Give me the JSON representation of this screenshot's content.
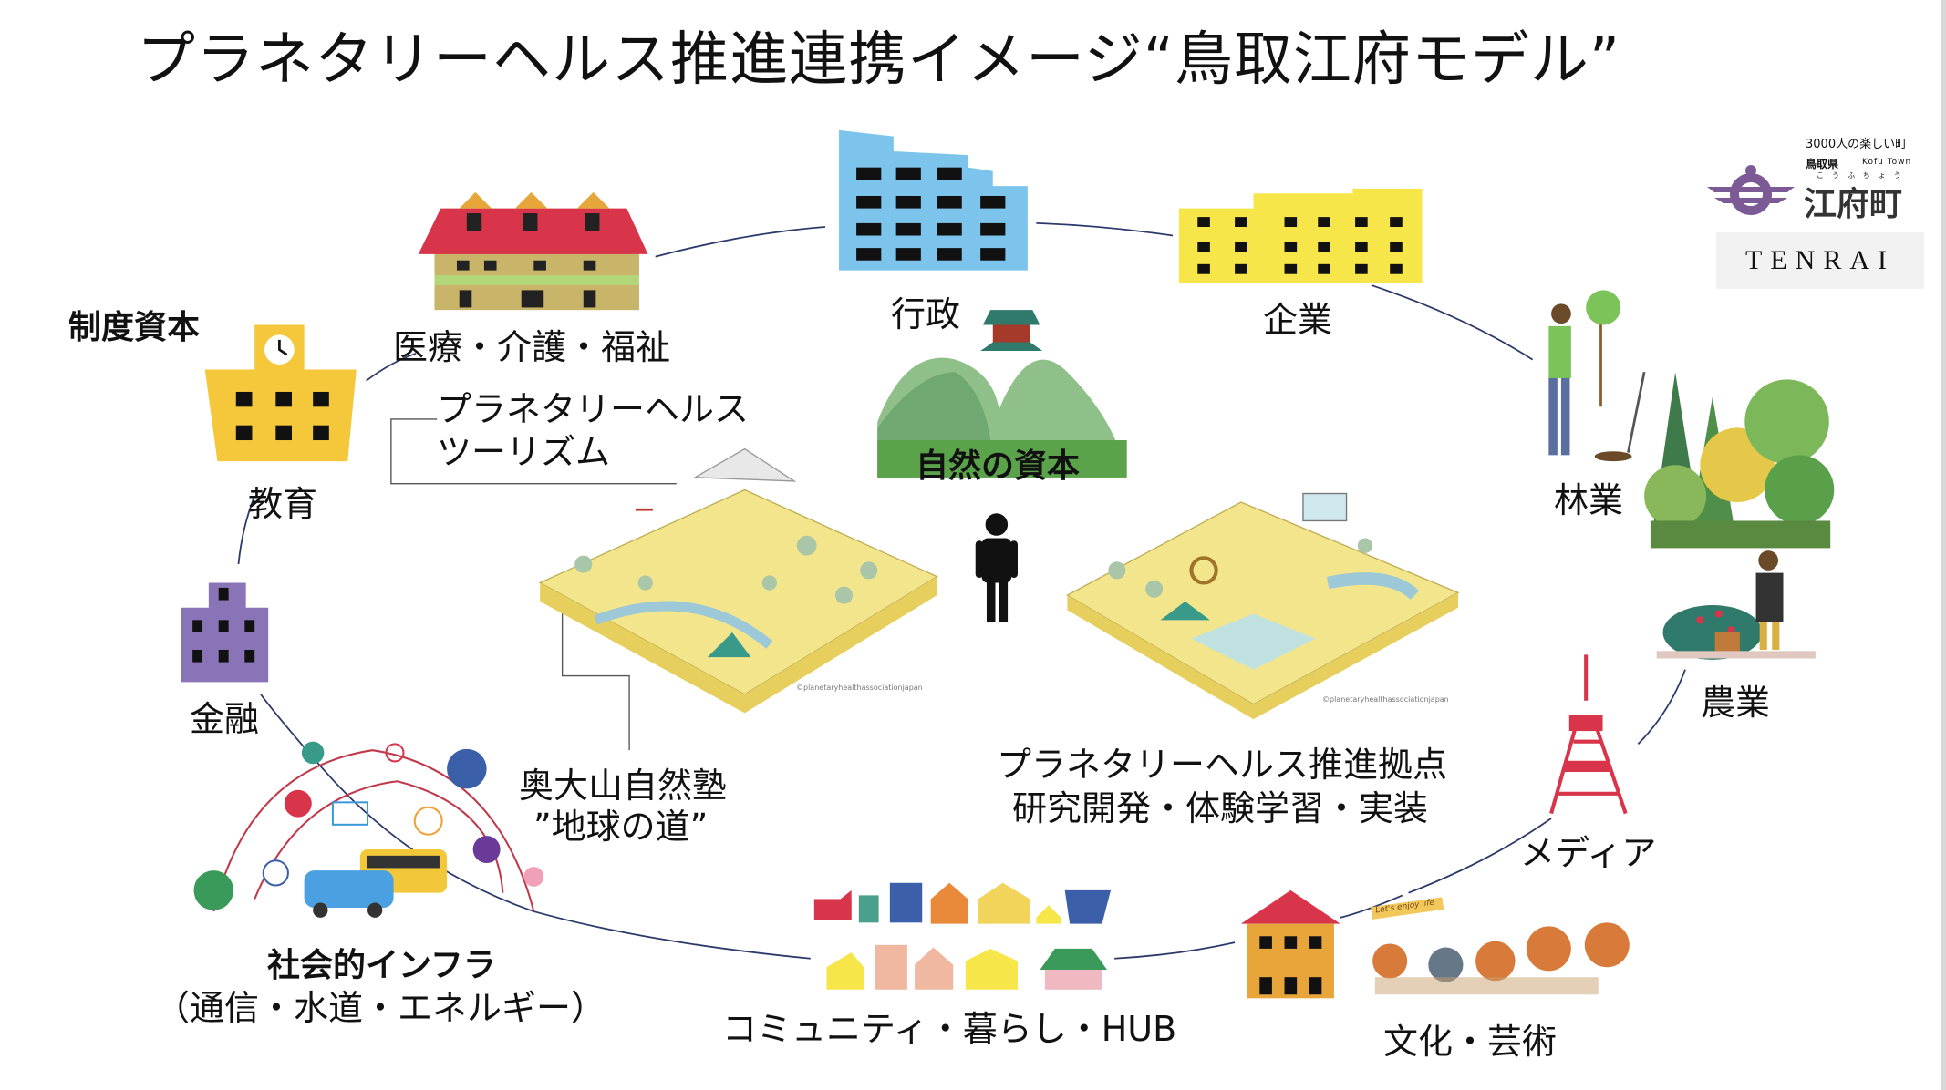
{
  "title": "プラネタリーヘルス推進連携イメージ“鳥取江府モデル”",
  "logo": {
    "tagline": "3000人の楽しい町",
    "prefecture": "鳥取県",
    "english": "Kofu Town",
    "furigana": "こうふちょう",
    "town": "江府町",
    "partner": "TENRAI"
  },
  "nodes": {
    "institutional_capital": "制度資本",
    "medical": "医療・介護・福祉",
    "government": "行政",
    "business": "企業",
    "education": "教育",
    "finance": "金融",
    "forestry": "林業",
    "agriculture": "農業",
    "media": "メディア",
    "culture": "文化・芸術",
    "community": "コミュニティ・暮らし・HUB",
    "infra_title": "社会的インフラ",
    "infra_sub": "（通信・水道・エネルギー）",
    "natural_capital": "自然の資本",
    "tourism_line1": "プラネタリーヘルス",
    "tourism_line2": "ツーリズム",
    "okudaisen_line1": "奥大山自然塾",
    "okudaisen_line2": "”地球の道”",
    "base_line1": "プラネタリーヘルス推進拠点",
    "base_line2": "研究開発・体験学習・実装",
    "credit_left": "©planetaryhealthassociationjapan",
    "credit_right": "©planetaryhealthassociationjapan",
    "banner": "Let's enjoy life"
  },
  "colors": {
    "line": "#2b3a6b",
    "purple": "#7b5a95",
    "yellow": "#f7e64a",
    "blue": "#7cc4ec",
    "red": "#d8344a"
  }
}
